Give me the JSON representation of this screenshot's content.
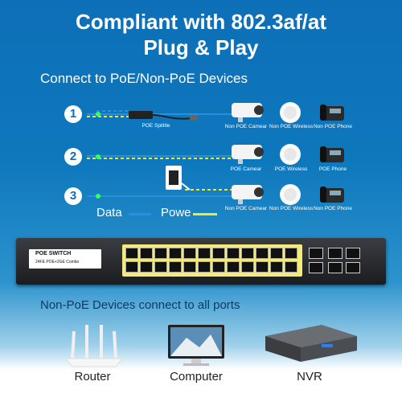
{
  "header": {
    "title_line1": "Compliant with 802.3af/at",
    "title_line2": "Plug & Play",
    "subtitle": "Connect to PoE/Non-PoE Devices"
  },
  "scenarios": [
    {
      "number": "1",
      "splitter_label": "POE Splittle",
      "camera_label": "Non POE Camear",
      "wireless_label": "Non POE Wireless",
      "phone_label": "Non POE Phone"
    },
    {
      "number": "2",
      "camera_label": "POE Camear",
      "wireless_label": "POE Wireless",
      "phone_label": "POE Phone"
    },
    {
      "number": "3",
      "camera_label": "Non POE Camear",
      "wireless_label": "Non POE Wireless",
      "phone_label": "Non POE Phone"
    }
  ],
  "legend": {
    "data_label": "Data",
    "power_label": "Powe",
    "data_color": "#2a8fe0",
    "power_color": "#f2ea28"
  },
  "switch": {
    "name": "POE SWITCH",
    "model": "24FE POE+2GE Combo"
  },
  "nonpoe": {
    "title": "Non-PoE Devices connect to all ports",
    "devices": [
      {
        "label": "Router",
        "icon": "router-icon"
      },
      {
        "label": "Computer",
        "icon": "computer-icon"
      },
      {
        "label": "NVR",
        "icon": "nvr-icon"
      }
    ]
  }
}
